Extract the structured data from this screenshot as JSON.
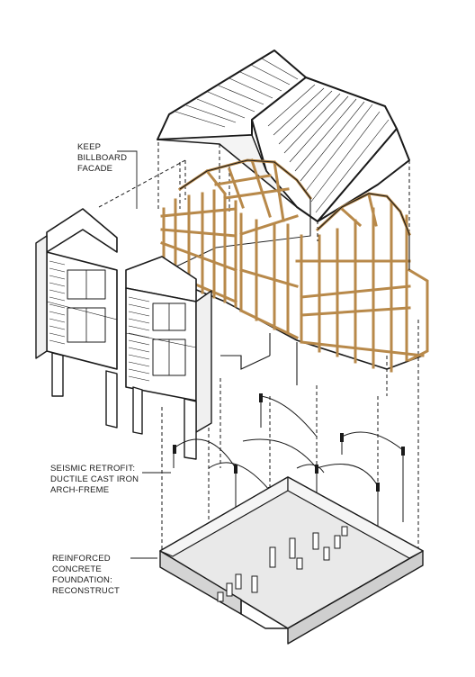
{
  "labels": {
    "facade": [
      "KEEP",
      "BILLBOARD",
      "FACADE"
    ],
    "retrofit": [
      "SEISMIC RETROFIT:",
      "DUCTILE CAST IRON",
      "ARCH-FREME"
    ],
    "foundation": [
      "REINFORCED",
      "CONCRETE",
      "FOUNDATION:",
      "RECONSTRUCT"
    ]
  },
  "colors": {
    "line": "#1a1a1a",
    "timber": "#d8b37a",
    "timber_dark": "#b8894a",
    "slab": "#e7e7e7",
    "slab_edge": "#cfcfcf",
    "facade": "#ffffff",
    "roof": "#ffffff"
  }
}
